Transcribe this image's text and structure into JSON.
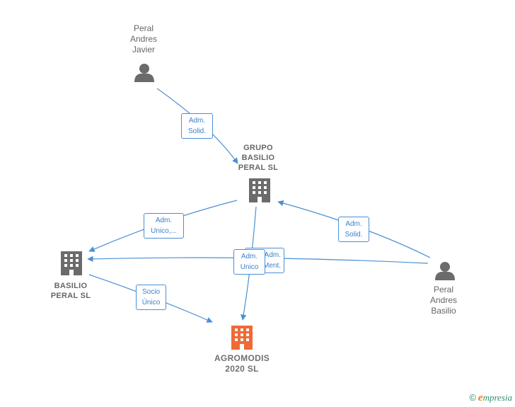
{
  "colors": {
    "edge": "#4a8fd6",
    "person": "#6b6b6b",
    "company": "#6b6b6b",
    "focus_company": "#f06a35",
    "text": "#666666"
  },
  "nodes": {
    "peral_andres_javier": {
      "label": "Peral\nAndres\nJavier",
      "icon": "person-icon"
    },
    "grupo_basilio": {
      "label": "GRUPO\nBASILIO\nPERAL  SL",
      "icon": "building-icon"
    },
    "basilio_peral": {
      "label": "BASILIO\nPERAL SL",
      "icon": "building-icon"
    },
    "peral_andres_basilio": {
      "label": "Peral\nAndres\nBasilio",
      "icon": "person-icon"
    },
    "agromodis": {
      "label": "AGROMODIS\n2020  SL",
      "icon": "building-icon"
    }
  },
  "edges": {
    "javier_to_grupo": "Adm.\nSolid.",
    "grupo_to_basilio": "Adm.\nUnico,...",
    "basilio_person_to_grupo": "Adm.\nSolid.",
    "basilio_person_to_basilio": "Adm.\nMent.",
    "grupo_to_agromodis": "Adm.\nUnico",
    "basilio_to_agromodis": "Socio\nÚnico"
  },
  "footer": {
    "copyright": "©",
    "brand_initial": "e",
    "brand_rest": "mpresia"
  }
}
